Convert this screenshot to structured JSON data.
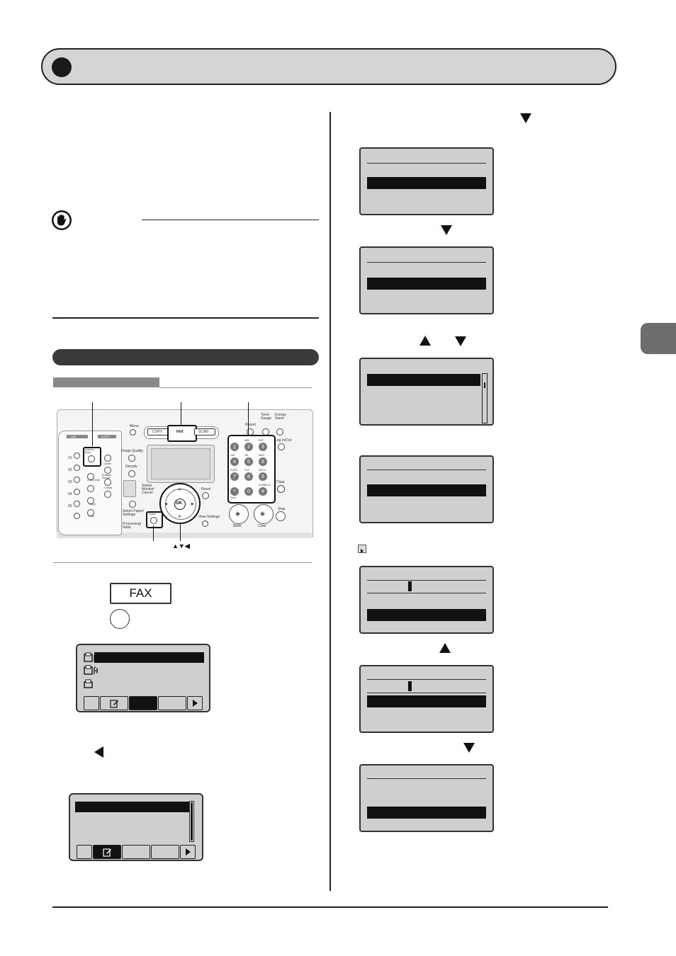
{
  "panel": {
    "keys": {
      "copy": "COPY",
      "fax": "FAX",
      "scan": "SCAN",
      "ok": "OK",
      "menu": "Menu",
      "report": "Report",
      "toner_gauge": "Toner Gauge",
      "energy_saver": "Energy Saver",
      "log_in_out": "Log In/Out",
      "clear": "Clear",
      "stop": "Stop",
      "reset": "Reset",
      "back": "Back",
      "bw": "B&W",
      "color": "Color",
      "image_quality": "Image Quality",
      "density": "Density",
      "status_monitor": "Status Monitor/ Cancel",
      "select_paper": "Select Paper/ Settings",
      "processing_ratio": "Processing/ Ratio",
      "view_settings": "View Settings",
      "address_book": "Address Book",
      "coded_dial": "Coded Dial",
      "redial": "Redial",
      "hook": "Hook",
      "collate": "Collate",
      "two_sided": "2-Sided",
      "enlarge_reduce": "Enlarge/ Reduce",
      "pause": "Pause",
      "tone": "Tone",
      "fax_tab": "FAX",
      "copy_tab": "COPY"
    },
    "keypad": [
      "1",
      "2",
      "3",
      "4",
      "5",
      "6",
      "7",
      "8",
      "9",
      "*",
      "0",
      "#"
    ],
    "keypad_letters": [
      "",
      "ABC",
      "DEF",
      "GHI",
      "JKL",
      "MNO",
      "PQRS",
      "TUV",
      "WXYZ",
      "",
      "",
      "SYMBOLS"
    ],
    "arrow_label": "▲▼◀"
  },
  "step_button": "FAX"
}
